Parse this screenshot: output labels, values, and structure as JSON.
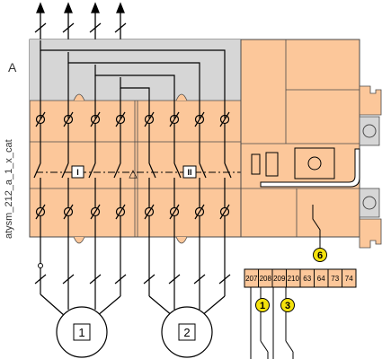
{
  "diagram": {
    "section_letter": "A",
    "side_label": "atysm_212_a_1_x_cat",
    "terminals": [
      "207",
      "208",
      "209",
      "210",
      "63",
      "64",
      "73",
      "74"
    ],
    "badges": [
      {
        "id": "badge-1",
        "label": "1"
      },
      {
        "id": "badge-3",
        "label": "3"
      },
      {
        "id": "badge-6",
        "label": "6"
      }
    ],
    "sources": [
      {
        "id": "source-1",
        "label": "1"
      },
      {
        "id": "source-2",
        "label": "2"
      }
    ],
    "switch_symbols": {
      "left": "I",
      "center": "△",
      "right": "II"
    },
    "colors": {
      "body_orange": "#fcc79a",
      "body_gray": "#d6d6d6",
      "outline": "#4a4a4a",
      "badge_yellow": "#f4e20c",
      "wire": "#000000"
    }
  }
}
